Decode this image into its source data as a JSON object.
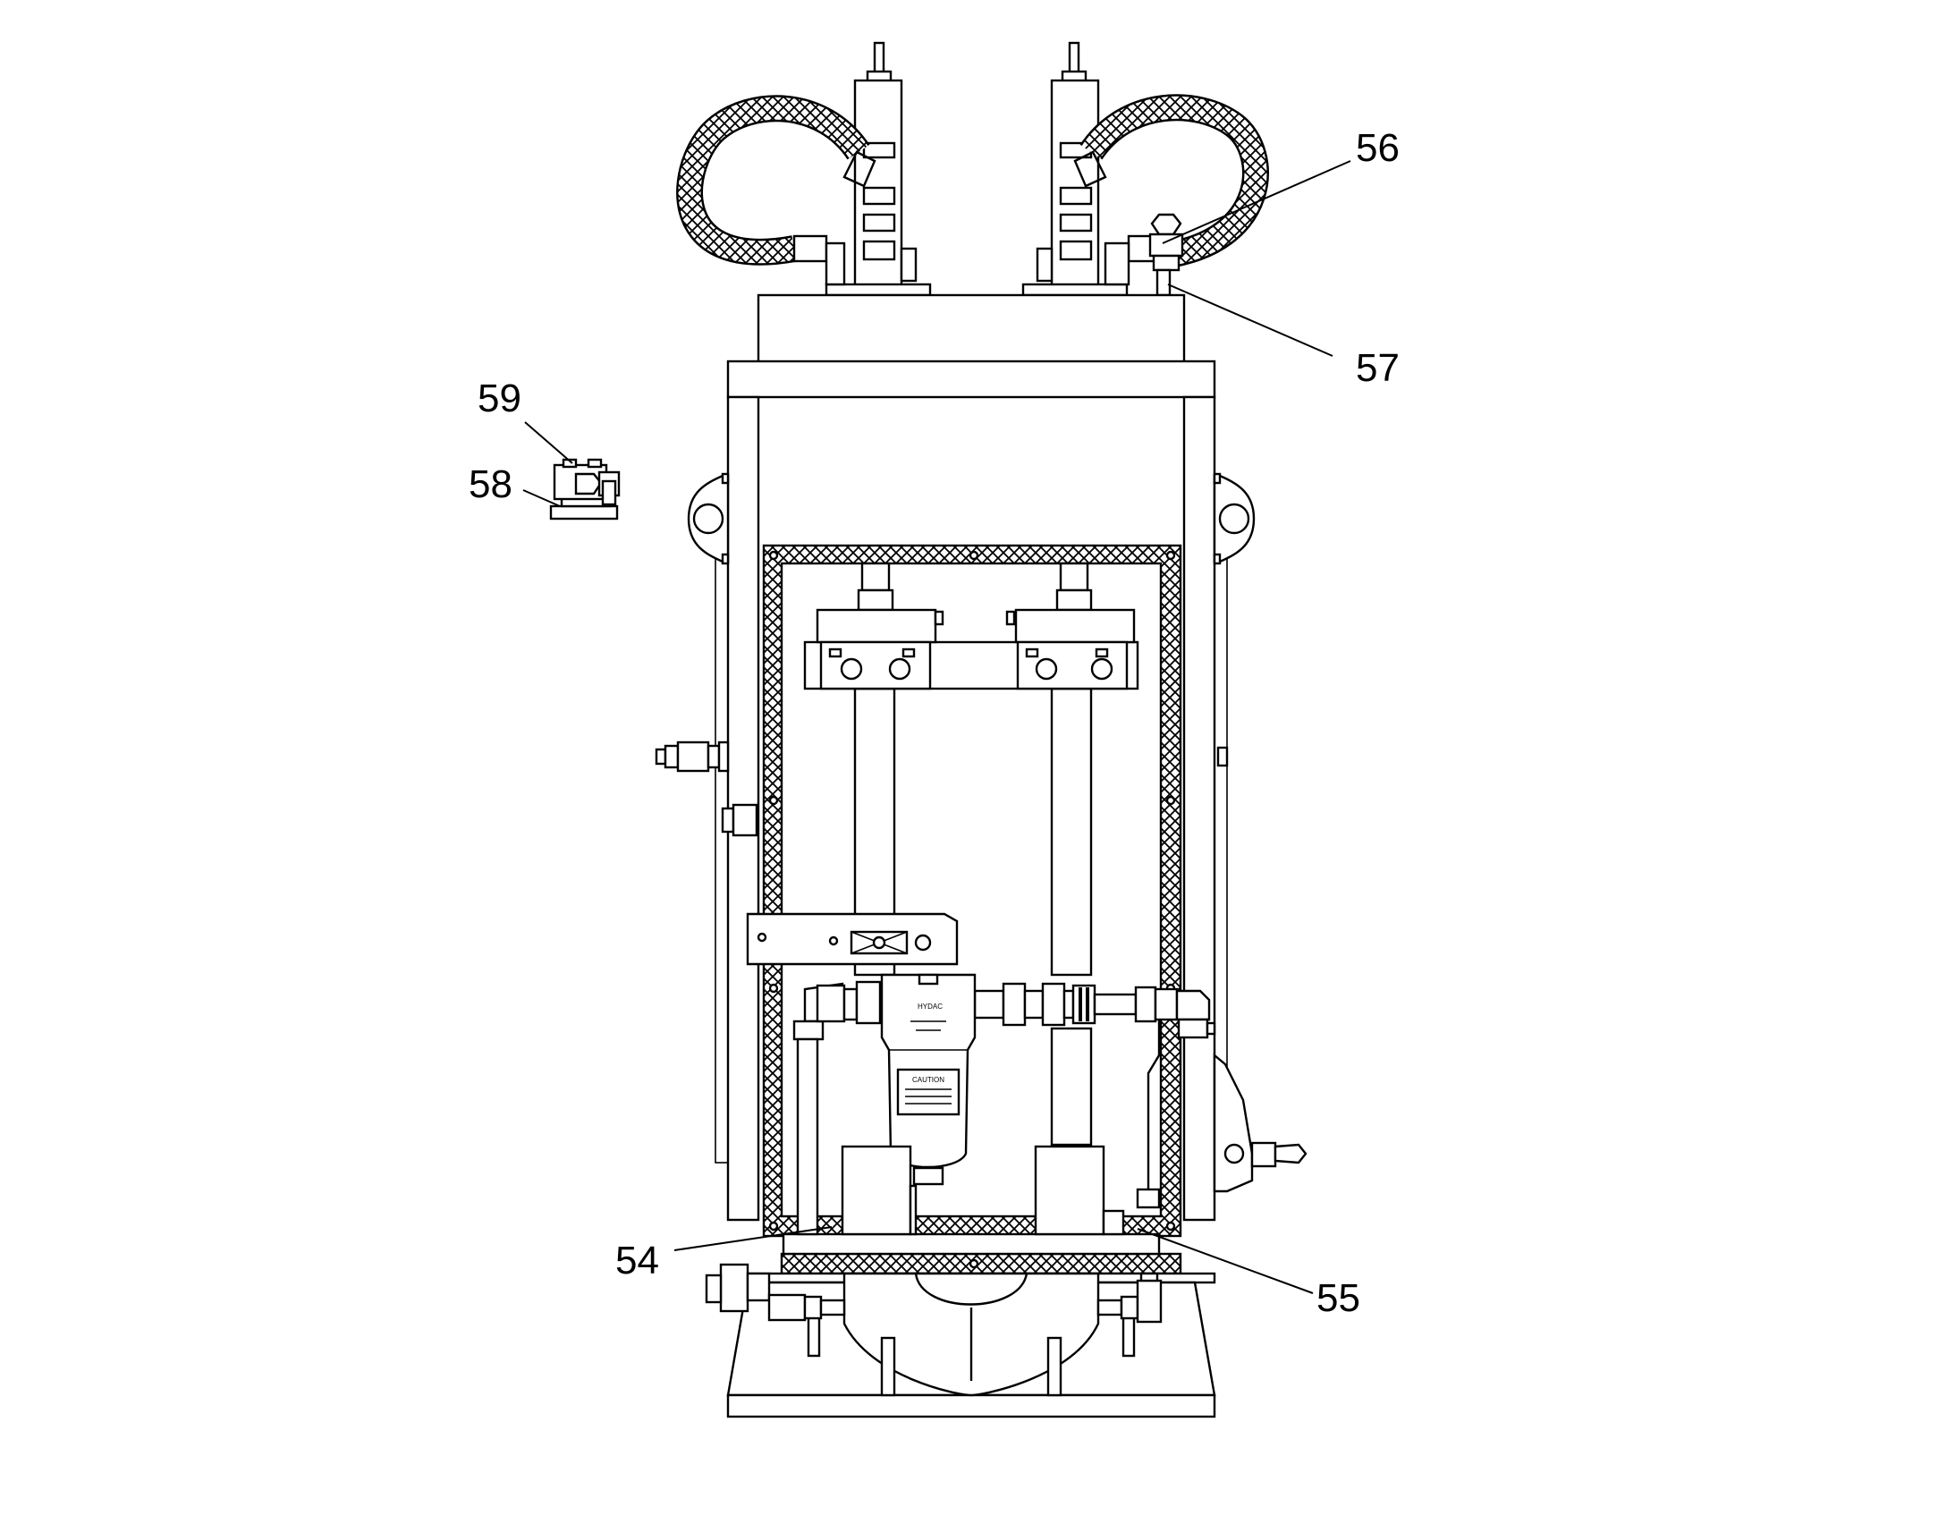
{
  "callouts": [
    {
      "id": "54",
      "text": "54"
    },
    {
      "id": "55",
      "text": "55"
    },
    {
      "id": "56",
      "text": "56"
    },
    {
      "id": "57",
      "text": "57"
    },
    {
      "id": "58",
      "text": "58"
    },
    {
      "id": "59",
      "text": "59"
    }
  ],
  "filter_labels": {
    "brand": "HYDAC",
    "caution": "CAUTION"
  }
}
